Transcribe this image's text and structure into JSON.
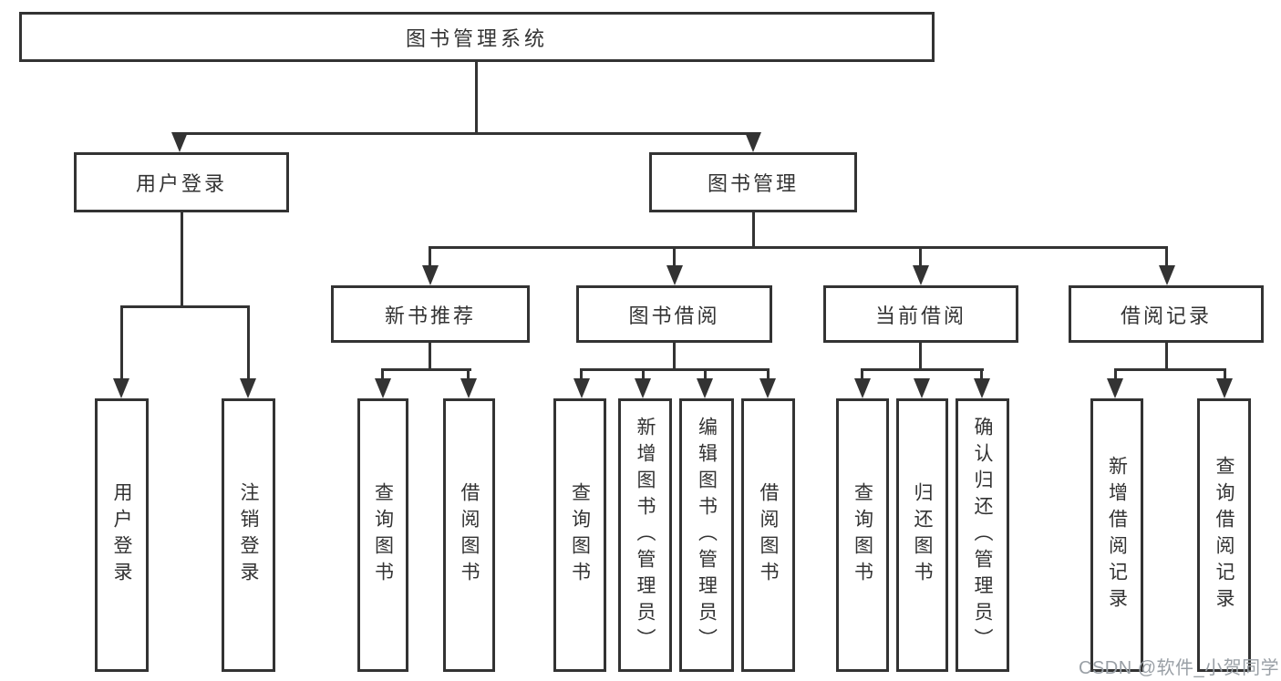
{
  "diagram": {
    "root": {
      "label": "图书管理系统"
    },
    "branches": [
      {
        "label": "用户登录",
        "leaves": [
          {
            "label": "用户登录"
          },
          {
            "label": "注销登录"
          }
        ]
      },
      {
        "label": "图书管理",
        "sections": [
          {
            "label": "新书推荐",
            "leaves": [
              {
                "label": "查询图书"
              },
              {
                "label": "借阅图书"
              }
            ]
          },
          {
            "label": "图书借阅",
            "leaves": [
              {
                "label": "查询图书"
              },
              {
                "label": "新增图书（管理员）"
              },
              {
                "label": "编辑图书（管理员）"
              },
              {
                "label": "借阅图书"
              }
            ]
          },
          {
            "label": "当前借阅",
            "leaves": [
              {
                "label": "查询图书"
              },
              {
                "label": "归还图书"
              },
              {
                "label": "确认归还（管理员）"
              }
            ]
          },
          {
            "label": "借阅记录",
            "leaves": [
              {
                "label": "新增借阅记录"
              },
              {
                "label": "查询借阅记录"
              }
            ]
          }
        ]
      }
    ],
    "watermark": "CSDN @软件_小贺同学",
    "colors": {
      "line": "#333333",
      "box_border": "#333333",
      "text": "#333333",
      "watermark": "#9aa0a6",
      "background": "#ffffff"
    }
  }
}
